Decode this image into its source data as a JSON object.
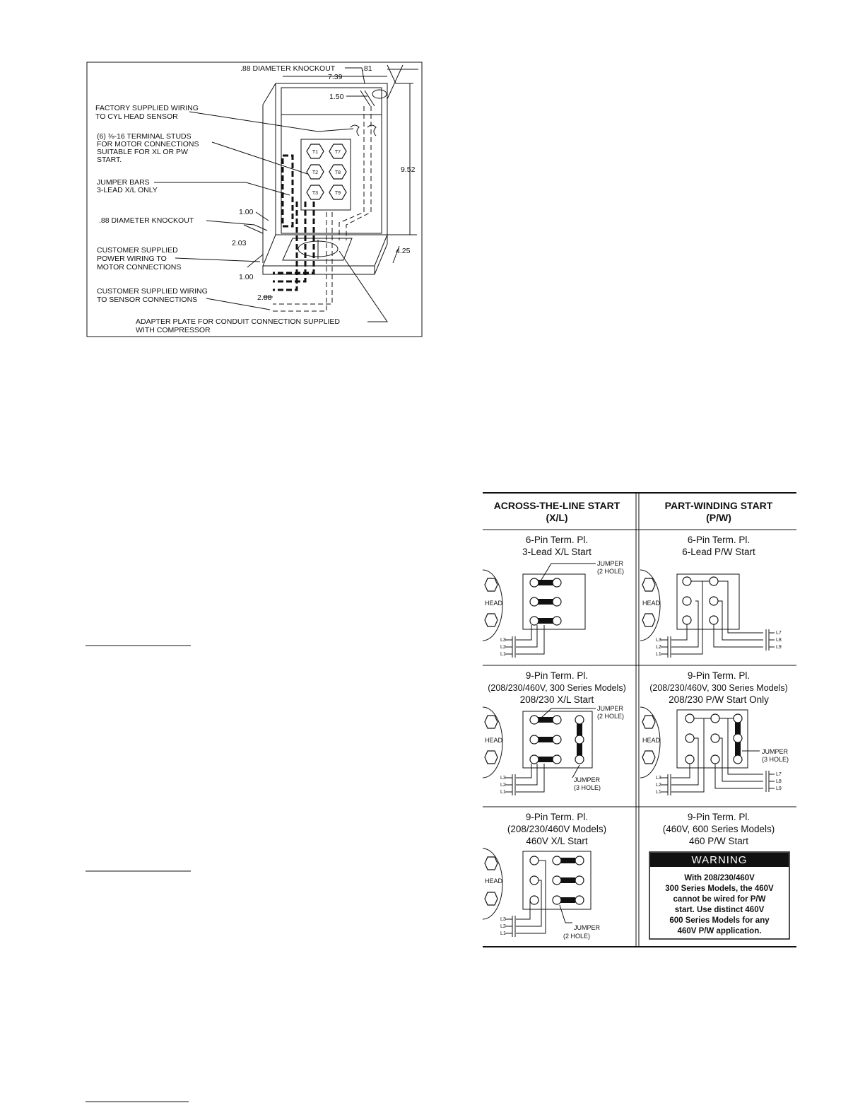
{
  "figure1": {
    "labels": {
      "knockout_top": ".88 DIAMETER KNOCKOUT",
      "factory_1": "FACTORY SUPPLIED WIRING",
      "factory_2": "TO CYL HEAD SENSOR",
      "studs_1": "(6) ⅜-16 TERMINAL STUDS",
      "studs_2": "FOR MOTOR CONNECTIONS",
      "studs_3": "SUITABLE FOR XL OR PW",
      "studs_4": "START.",
      "jumper_1": "JUMPER BARS",
      "jumper_2": "3-LEAD X/L ONLY",
      "knockout_side": ".88 DIAMETER KNOCKOUT",
      "power_1": "CUSTOMER SUPPLIED",
      "power_2": "POWER WIRING TO",
      "power_3": "MOTOR CONNECTIONS",
      "sensor_1": "CUSTOMER SUPPLIED WIRING",
      "sensor_2": "TO SENSOR CONNECTIONS",
      "adapter_1": "ADAPTER PLATE FOR CONDUIT CONNECTION SUPPLIED",
      "adapter_2": "WITH COMPRESSOR"
    },
    "dimensions": {
      "d739": "7.39",
      "d081": ".81",
      "d150": "1.50",
      "d952": "9.52",
      "d100a": "1.00",
      "d203": "2.03",
      "d100b": "1.00",
      "d288": "2.88",
      "d425": "4.25"
    },
    "studs": [
      "T1",
      "T7",
      "T2",
      "T8",
      "T3",
      "T9"
    ]
  },
  "wiring_table": {
    "col_xl_1": "ACROSS-THE-LINE START",
    "col_xl_2": "(X/L)",
    "col_pw_1": "PART-WINDING START",
    "col_pw_2": "(P/W)",
    "head": "HEAD",
    "cells": {
      "xl6": {
        "t1": "6-Pin Term. Pl.",
        "t2": "3-Lead X/L Start",
        "jumper_1": "JUMPER",
        "jumper_2": "(2 HOLE)"
      },
      "pw6": {
        "t1": "6-Pin Term. Pl.",
        "t2": "6-Lead P/W Start"
      },
      "xl9a": {
        "t1": "9-Pin Term. Pl.",
        "t2": "(208/230/460V, 300 Series Models)",
        "t3": "208/230 X/L Start",
        "jumper_1": "JUMPER",
        "jumper_2": "(2 HOLE)",
        "jumper3_1": "JUMPER",
        "jumper3_2": "(3 HOLE)"
      },
      "pw9a": {
        "t1": "9-Pin Term. Pl.",
        "t2": "(208/230/460V, 300 Series Models)",
        "t3": "208/230 P/W Start Only",
        "jumper_1": "JUMPER",
        "jumper_2": "(3 HOLE)"
      },
      "xl9b": {
        "t1": "9-Pin Term. Pl.",
        "t2": "(208/230/460V Models)",
        "t3": "460V X/L Start",
        "jumper_1": "JUMPER",
        "jumper_2": "(2 HOLE)"
      },
      "pw9b": {
        "t1": "9-Pin Term. Pl.",
        "t2": "(460V, 600 Series Models)",
        "t3": "460 P/W Start"
      }
    },
    "lines_left": [
      "L3",
      "L2",
      "L1"
    ],
    "lines_right": [
      "L7",
      "L8",
      "L9"
    ],
    "warning": {
      "title": "WARNING",
      "l1": "With 208/230/460V",
      "l2": "300 Series Models, the 460V",
      "l3": "cannot be wired for P/W",
      "l4": "start. Use distinct 460V",
      "l5": "600 Series Models for any",
      "l6": "460V P/W application."
    }
  }
}
